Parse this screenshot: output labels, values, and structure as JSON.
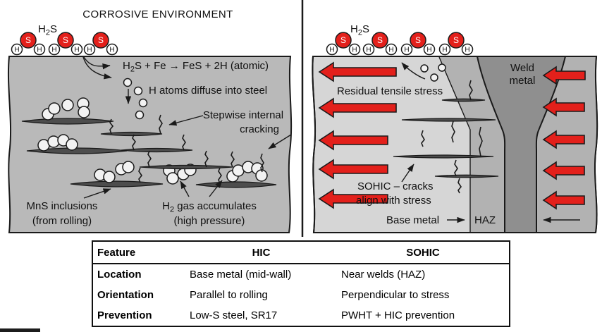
{
  "colors": {
    "steel": "#b9b9b9",
    "base": "#d6d6d6",
    "haz": "#b2b2b2",
    "weld": "#8f8f8f",
    "red": "#e3201b",
    "ink": "#1a1a1a",
    "incl": "#4d4d4d",
    "bubble": "#f2f2f2"
  },
  "atoms": {
    "s": "S",
    "h": "H"
  },
  "left_panel": {
    "title": "CORROSIVE ENVIRONMENT",
    "h2s": {
      "pre": "H",
      "sub": "2",
      "post": "S"
    },
    "reaction": {
      "pre": "H",
      "sub": "2",
      "post": "S + Fe → FeS + 2H (atomic)"
    },
    "diffuse": "H atoms diffuse into steel",
    "stepwise_line1": "Stepwise internal",
    "stepwise_line2": "cracking",
    "mns_line1": "MnS inclusions",
    "mns_line2": "(from rolling)",
    "h2gas": {
      "pre": "H",
      "sub": "2",
      "post": " gas accumulates"
    },
    "h2gas_line2": "(high pressure)"
  },
  "right_panel": {
    "h2s": {
      "pre": "H",
      "sub": "2",
      "post": "S"
    },
    "residual_stress": "Residual tensile stress",
    "weld_line1": "Weld",
    "weld_line2": "metal",
    "sohic_line1": "SOHIC – cracks",
    "sohic_line2": "align with stress",
    "base_metal": "Base metal",
    "haz": "HAZ"
  },
  "table": {
    "headers": [
      "Feature",
      "HIC",
      "SOHIC"
    ],
    "rows": [
      {
        "feature": "Location",
        "hic": "Base metal (mid-wall)",
        "sohic": "Near welds (HAZ)"
      },
      {
        "feature": "Orientation",
        "hic": "Parallel to rolling",
        "sohic": "Perpendicular to stress"
      },
      {
        "feature": "Prevention",
        "hic": "Low-S steel, SR17",
        "sohic": "PWHT + HIC prevention"
      }
    ]
  }
}
